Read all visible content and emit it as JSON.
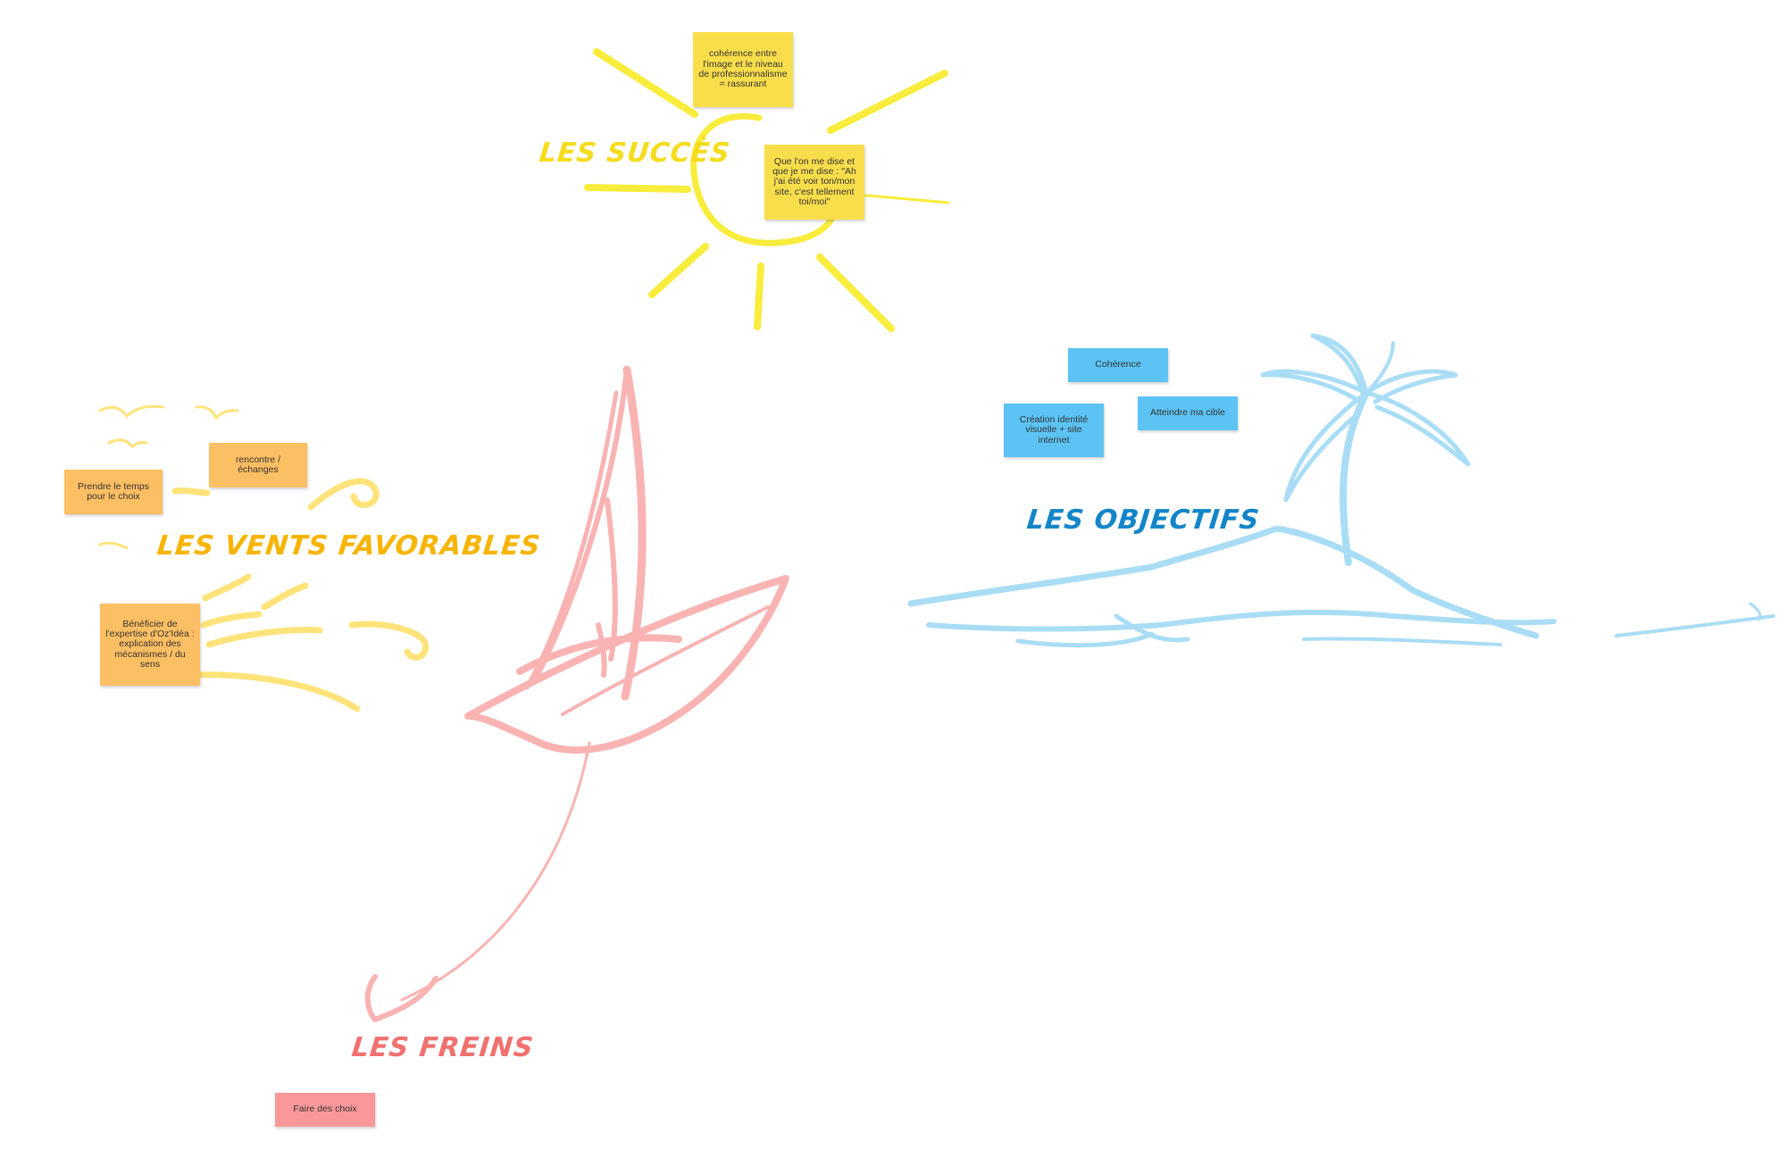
{
  "titles": {
    "succes": "LES SUCCÈS",
    "vents": "LES VENTS FAVORABLES",
    "objectifs": "LES OBJECTIFS",
    "freins": "LES FREINS"
  },
  "notes": {
    "succes_1": "cohérence entre l'image et le niveau de professionnalisme = rassurant",
    "succes_2": "Que l'on me dise et que je me dise : \"Ah j'ai été voir ton/mon site, c'est tellement toi/moi\"",
    "vents_1": "rencontre / échanges",
    "vents_2": "Prendre le temps pour le choix",
    "vents_3": "Bénéficier de l'expertise d'Oz'Idéa : explication des mécanismes / du sens",
    "objectifs_1": "Cohérence",
    "objectifs_2": "Atteindre ma cible",
    "objectifs_3": "Création identité visuelle + site internet",
    "freins_1": "Faire des choix"
  },
  "colors": {
    "sun": "#f8ec3c",
    "wind": "#fde37a",
    "boat": "#f9b3b3",
    "island": "#a9ddf5",
    "title_succes": "#f5dc1d",
    "title_vents": "#f7b400",
    "title_objectifs": "#1385c9",
    "title_freins": "#f0716f"
  },
  "icons": [
    "sun-icon",
    "birds-icon",
    "wind-gust-icon",
    "sailboat-icon",
    "palm-island-icon",
    "seagull-icon"
  ]
}
